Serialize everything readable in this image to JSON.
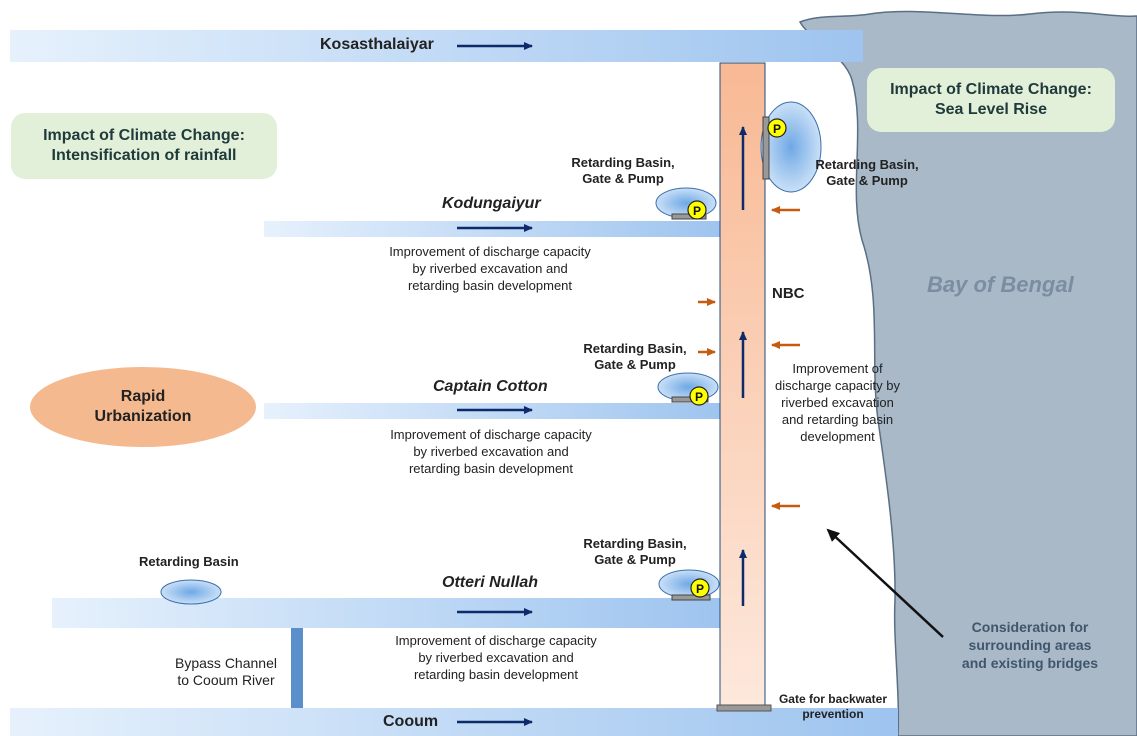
{
  "rivers": {
    "kosasthalaiyar": "Kosasthalaiyar",
    "kodungaiyur": "Kodungaiyur",
    "captain_cotton": "Captain Cotton",
    "otteri_nullah": "Otteri Nullah",
    "cooum": "Cooum"
  },
  "nbc_label": "NBC",
  "sea_label": "Bay of Bengal",
  "climate_rain": {
    "line1": "Impact of Climate Change:",
    "line2": "Intensification of rainfall"
  },
  "climate_sea": {
    "line1": "Impact of Climate Change:",
    "line2": "Sea Level Rise"
  },
  "urbanization": {
    "line1": "Rapid",
    "line2": "Urbanization"
  },
  "basin_gate_pump": {
    "line1": "Retarding Basin,",
    "line2": "Gate & Pump"
  },
  "retarding_basin": "Retarding Basin",
  "improvement_branch": {
    "line1": "Improvement of discharge capacity",
    "line2": "by riverbed excavation and",
    "line3": "retarding basin development"
  },
  "improvement_nbc": {
    "line1": "Improvement of",
    "line2": "discharge capacity by",
    "line3": "riverbed excavation",
    "line4": "and retarding basin",
    "line5": "development"
  },
  "bypass": {
    "line1": "Bypass Channel",
    "line2": "to Cooum River"
  },
  "gate_backwater": {
    "line1": "Gate for backwater",
    "line2": "prevention"
  },
  "consideration": {
    "line1": "Consideration for",
    "line2": "surrounding areas",
    "line3": "and existing bridges"
  },
  "pump_letter": "P",
  "colors": {
    "river_start": "#e3effb",
    "river_end": "#9cc3ee",
    "nbc_fill": "#f9c2a0",
    "sea": "#a9b9c8",
    "green_box": "#e2efd9",
    "urban": "#f5b98f",
    "pump": "#ffff00",
    "navy_arrow": "#0d2a6b",
    "orange_arrow": "#c55a11"
  }
}
